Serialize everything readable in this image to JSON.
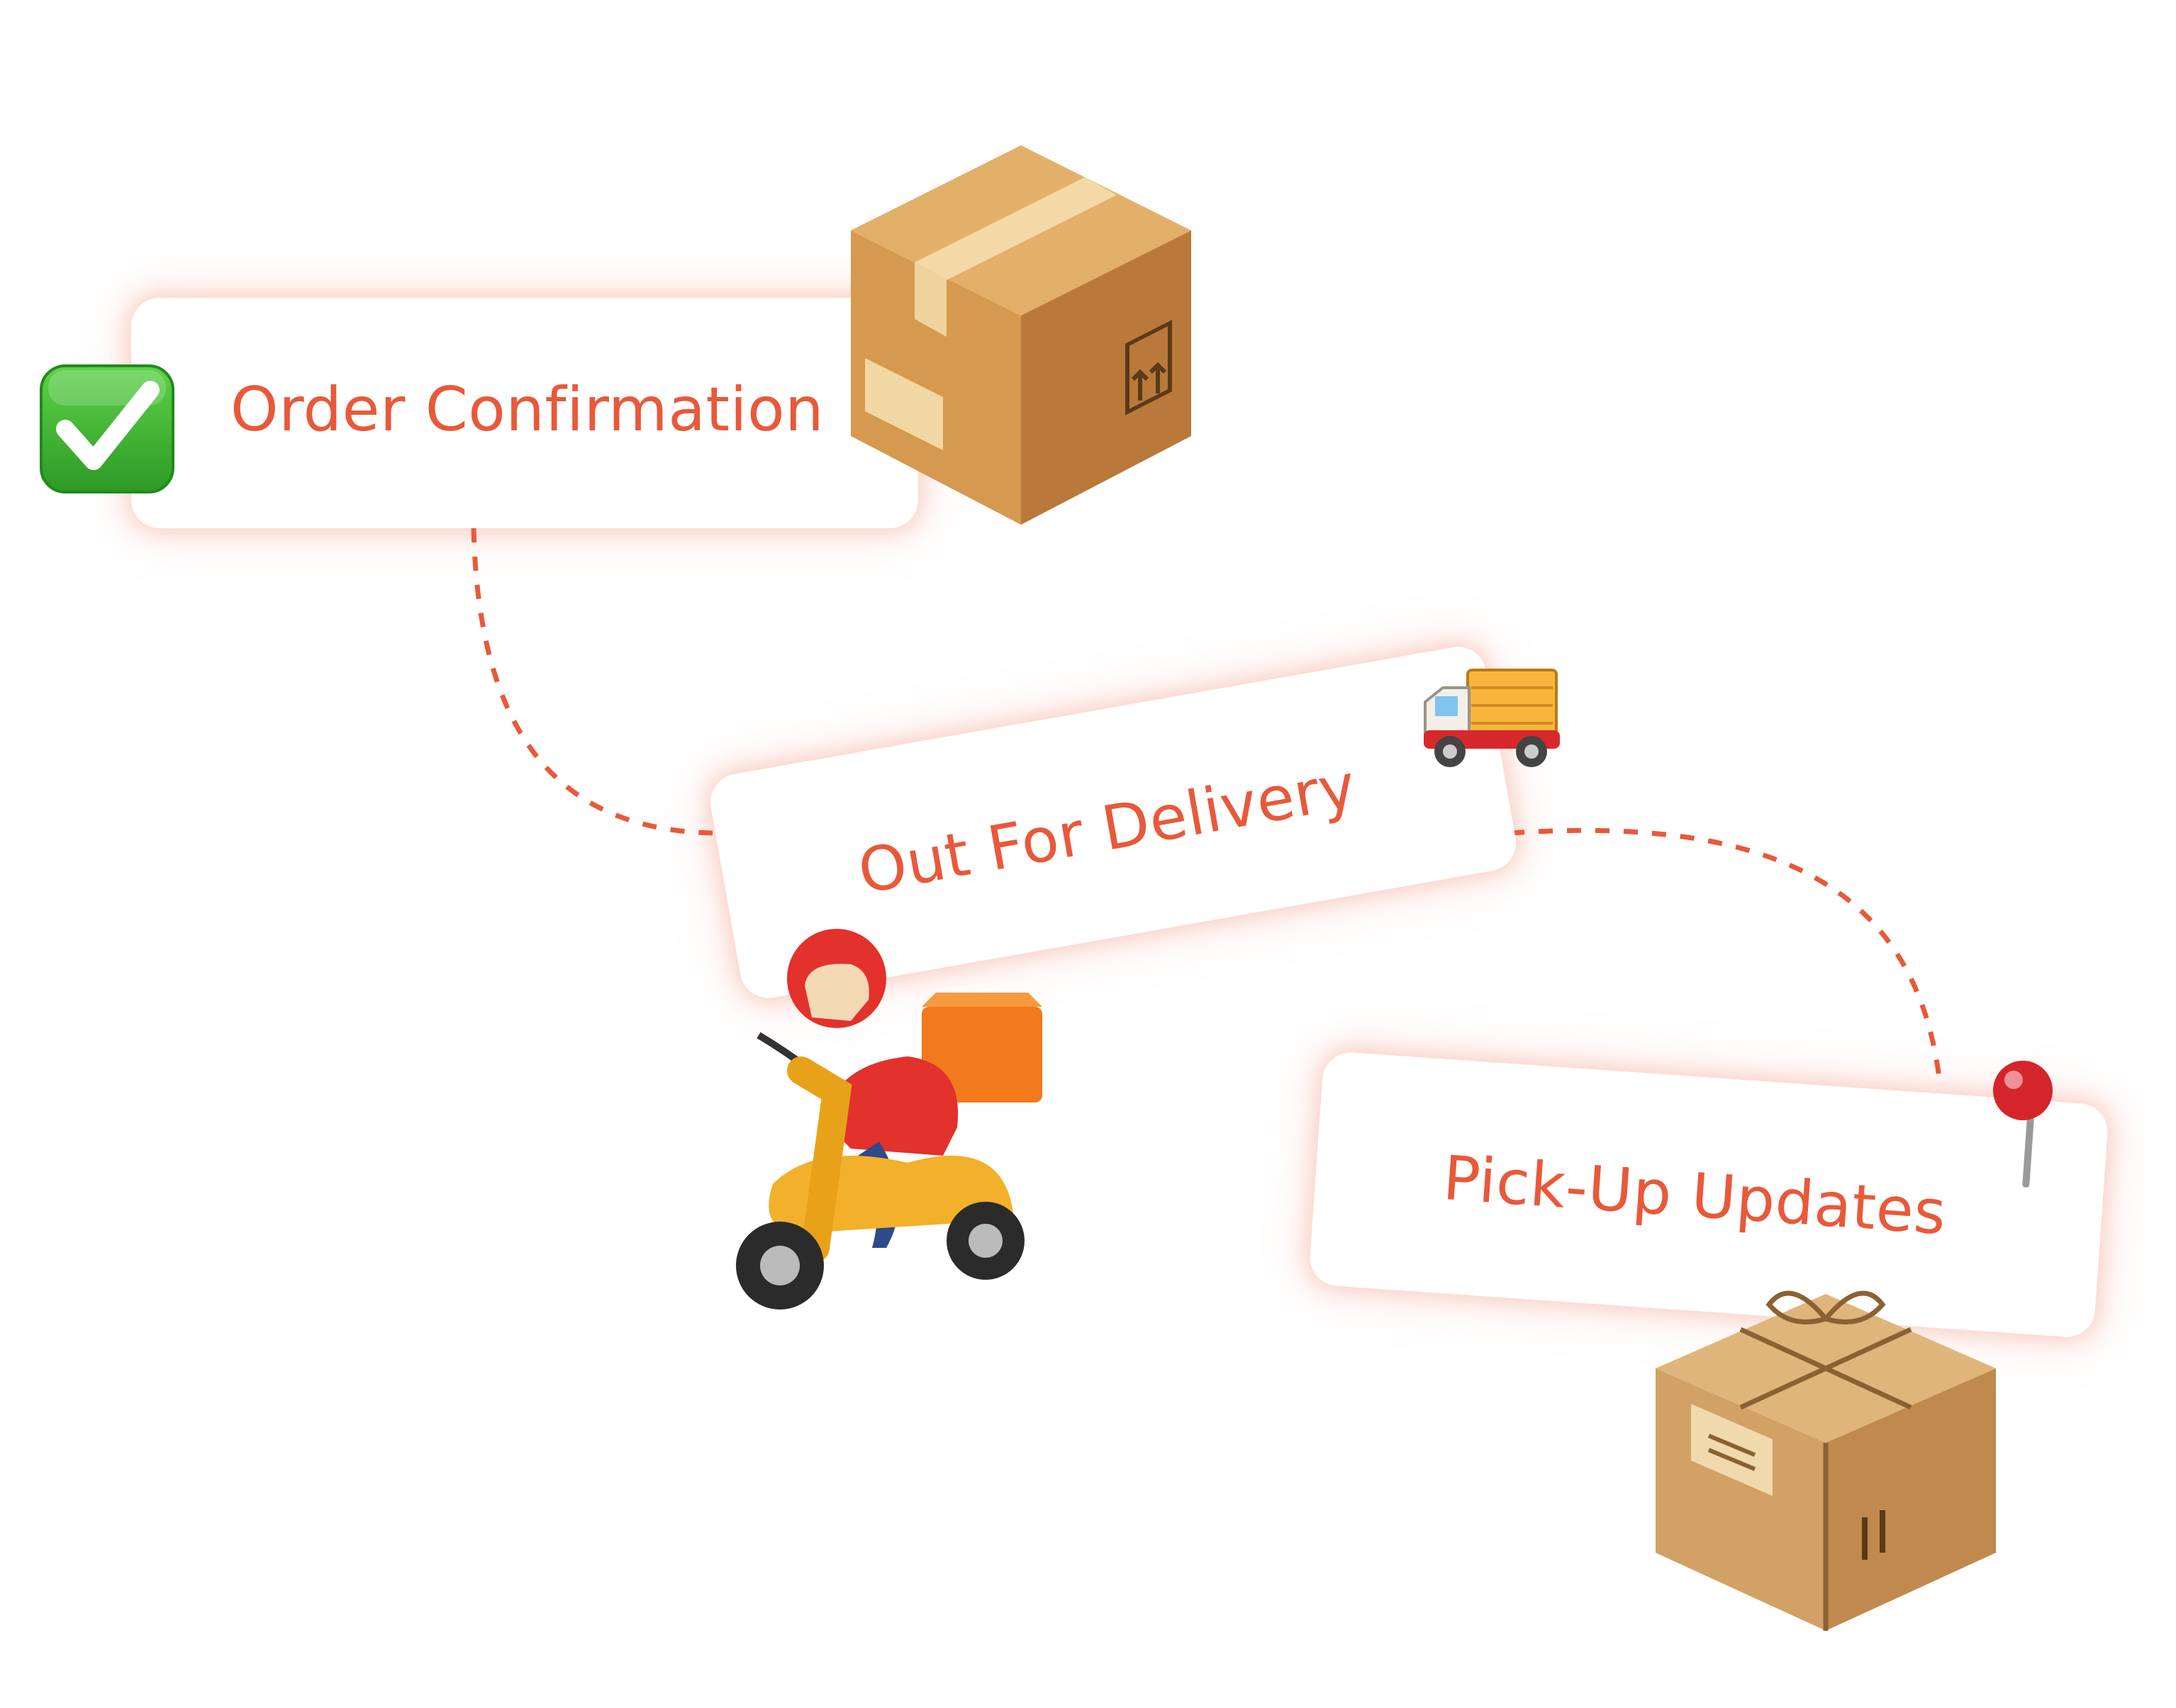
{
  "steps": [
    {
      "label": "Order Confirmation",
      "icon": "check-mark-icon"
    },
    {
      "label": "Out For Delivery",
      "icon": "delivery-truck-icon"
    },
    {
      "label": "Pick-Up Updates",
      "icon": "map-pin-icon"
    }
  ],
  "illustrations": [
    "cardboard-box-icon",
    "scooter-courier-icon",
    "tied-parcel-icon"
  ],
  "colors": {
    "accent": "#e8593a",
    "card": "#ffffff",
    "glow": "#f26e50",
    "check": "#3cb72e",
    "box": "#d9a25a"
  }
}
